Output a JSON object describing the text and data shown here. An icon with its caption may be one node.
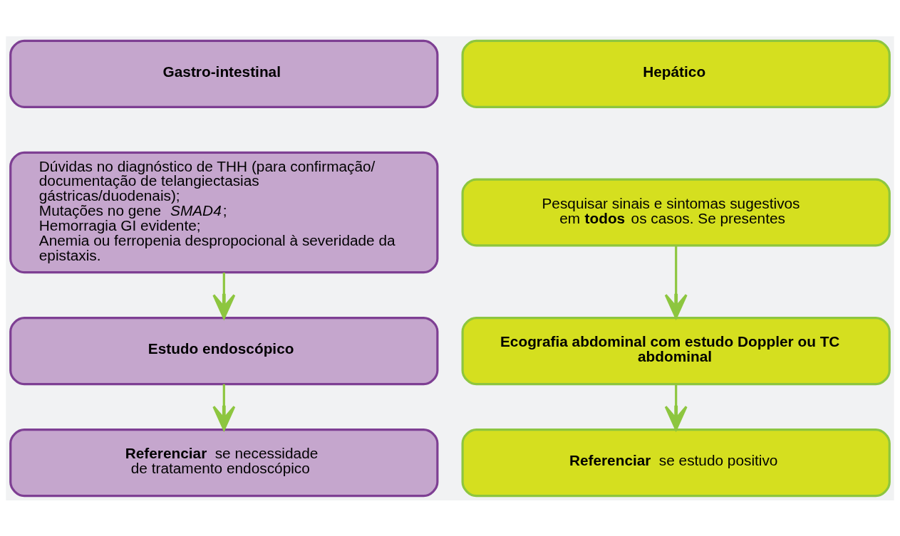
{
  "diagram": {
    "nodes": [
      {
        "text": [
          "Gastro-intestinal"
        ]
      },
      {
        "text": [
          "Dúvidas no diagnóstico de THH (para confirmação/ documentação de telangiectasias gástricas/duodenais);",
          "Mutações no gene *SMAD4*;",
          "Hemorragia GI evidente;",
          "Anemia ou ferropenia despropocional à severidade da epistaxis."
        ]
      },
      {
        "text": [
          "Estudo endoscópico"
        ]
      },
      {
        "text": [
          "**Referenciar** se necessidade de tratamento endoscópico"
        ]
      },
      {
        "text": [
          "Hepático"
        ]
      },
      {
        "text": [
          "Pesquisar sinais e sintomas sugestivos em **todos** os casos. Se presentes"
        ]
      },
      {
        "text": [
          "Ecografia abdominal com estudo Doppler ou TC abdominal"
        ]
      },
      {
        "text": [
          "**Referenciar** se estudo positivo"
        ]
      }
    ],
    "edges": [
      {
        "from": 1,
        "to": 2,
        "arrow": "to"
      },
      {
        "from": 2,
        "to": 3,
        "arrow": "to"
      },
      {
        "from": 5,
        "to": 6,
        "arrow": "to"
      },
      {
        "from": 6,
        "to": 7,
        "arrow": "to"
      }
    ]
  }
}
